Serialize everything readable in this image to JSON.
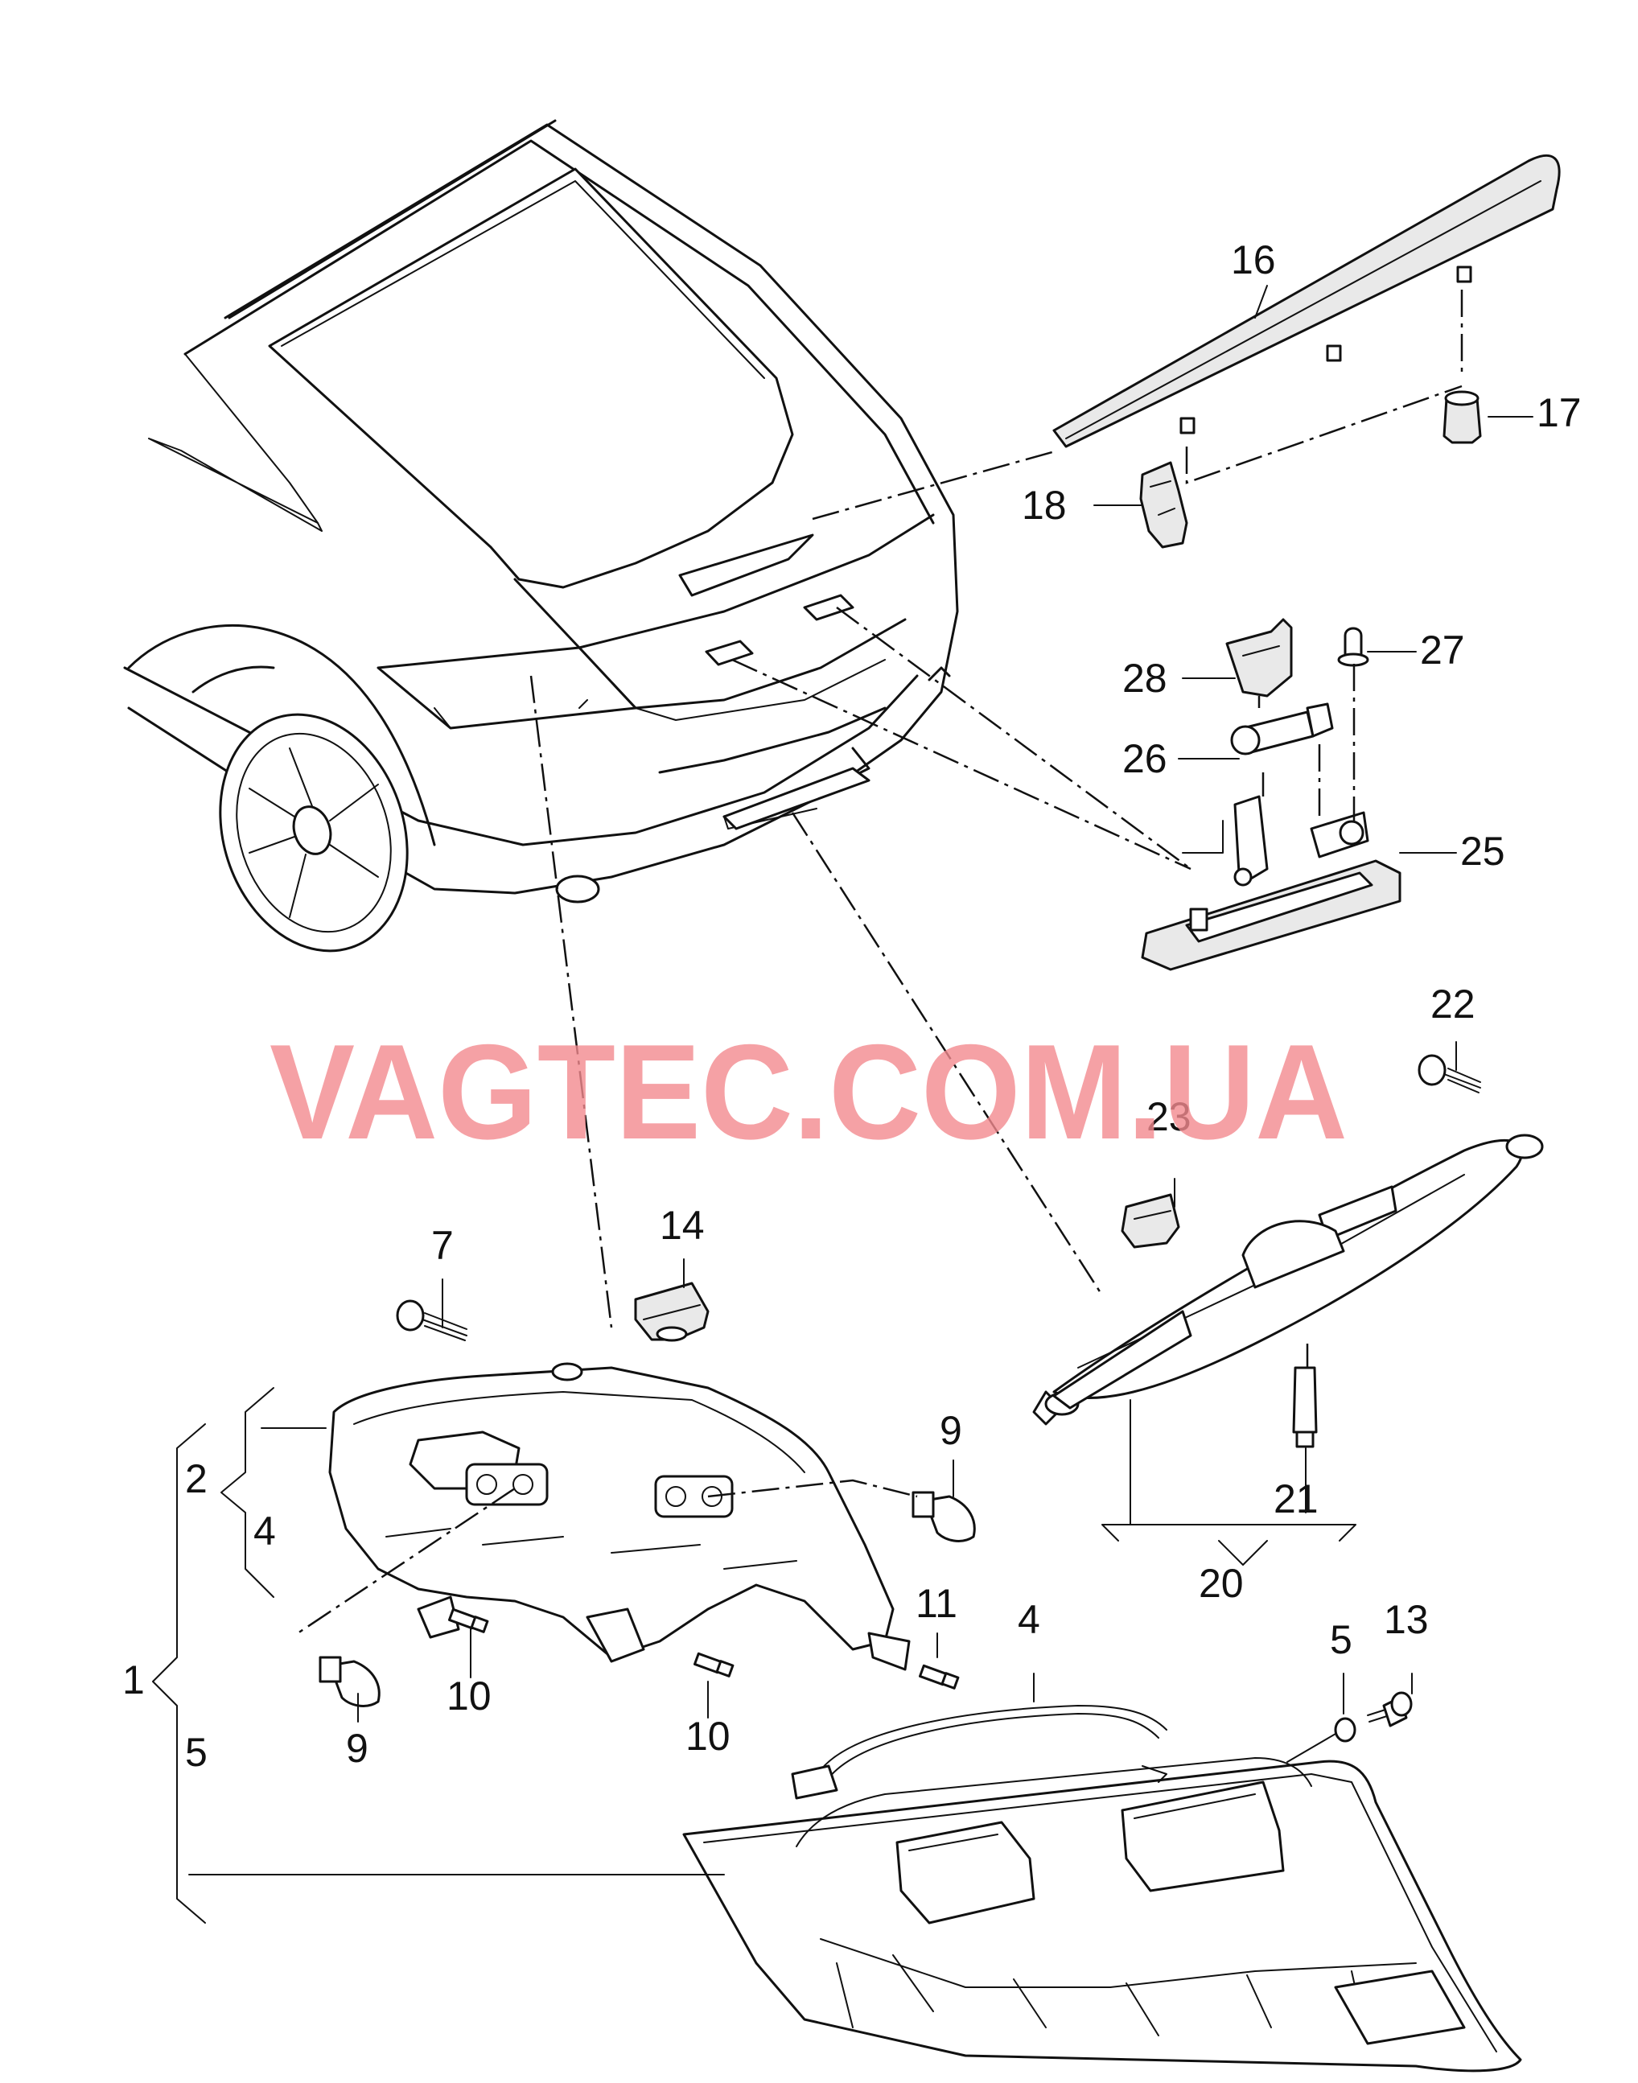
{
  "watermark": "VAGTEC.COM.UA",
  "colors": {
    "line": "#111111",
    "watermark": "#f28a8e",
    "background": "#ffffff"
  },
  "callouts": {
    "c1": "1",
    "c2": "2",
    "c4a": "4",
    "c4b": "4",
    "c5a": "5",
    "c5b": "5",
    "c7": "7",
    "c9a": "9",
    "c9b": "9",
    "c10a": "10",
    "c10b": "10",
    "c11": "11",
    "c13": "13",
    "c14": "14",
    "c16": "16",
    "c17": "17",
    "c18": "18",
    "c20": "20",
    "c21": "21",
    "c22": "22",
    "c23": "23",
    "c25": "25",
    "c26": "26",
    "c27": "27",
    "c28": "28"
  }
}
